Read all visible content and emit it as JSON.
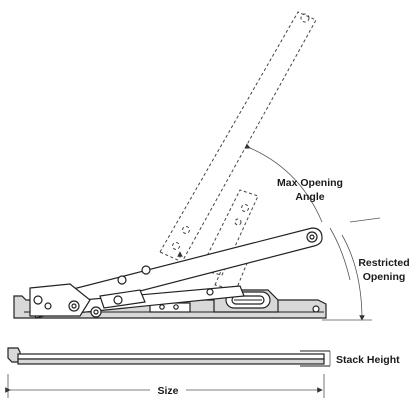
{
  "labels": {
    "max_opening_line1": "Max Opening",
    "max_opening_line2": "Angle",
    "restricted_line1": "Restricted",
    "restricted_line2": "Opening",
    "stack_height": "Stack Height",
    "size": "Size"
  },
  "colors": {
    "stroke": "#222222",
    "shade": "#d8d8d8",
    "background": "#ffffff"
  }
}
